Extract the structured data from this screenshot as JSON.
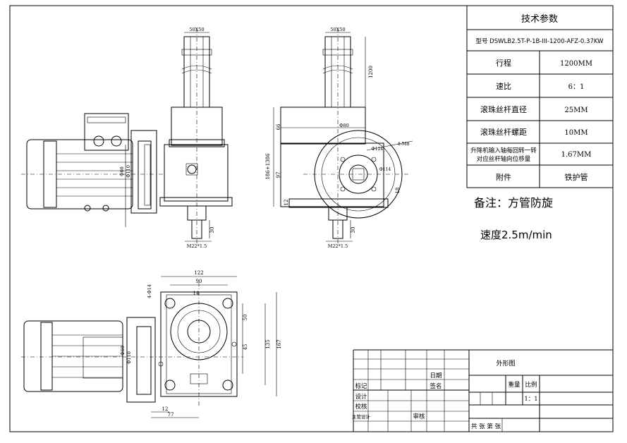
{
  "spec_table": {
    "title": "技术参数",
    "model": "型号 DSWLB2.5T-P-1B-III-1200-AFZ-0.37KW",
    "rows": [
      {
        "label": "行程",
        "value": "1200MM"
      },
      {
        "label": "速比",
        "value": "6：1"
      },
      {
        "label": "滚珠丝杆直径",
        "value": "25MM"
      },
      {
        "label": "滚珠丝杆螺距",
        "value": "10MM"
      },
      {
        "label_line1": "升降机输入轴每回转一转",
        "label_line2": "对应丝杆轴向位移量",
        "value": "1.67MM"
      },
      {
        "label": "附件",
        "value": "铁护管"
      }
    ]
  },
  "notes": {
    "line1": "备注：方管防旋",
    "line2": "速度2.5m/min"
  },
  "title_block": {
    "drawing_name": "外形图",
    "date": "日期",
    "signature": "签名",
    "mark": "标记",
    "design": "设计",
    "check": "校核",
    "chief_design": "主管设计",
    "review": "审核",
    "weight": "重量",
    "ratio": "比例",
    "scale": "1：1",
    "sheets": "共 张 第 张"
  },
  "dimensions": {
    "front_top": "50X50",
    "front_d60": "Ф60",
    "front_d110": "Ф110",
    "front_30": "30",
    "front_thread": "M22*1.5",
    "side_top": "50X50",
    "side_stroke": "1200",
    "side_66": "66",
    "side_97": "97",
    "side_height": "186+1386",
    "side_12": "12",
    "side_d80": "Ф80",
    "side_pcd": "4-M8",
    "side_d124": "Ф124",
    "side_d114": "Ф114",
    "side_18": "18",
    "side_30": "30",
    "side_thread": "M22*1.5",
    "plan_122": "122",
    "plan_90": "90",
    "plan_14": "14",
    "plan_holes": "4-Ф14",
    "plan_50": "50",
    "plan_45": "45",
    "plan_135": "135",
    "plan_167": "167",
    "plan_d60": "Ф60",
    "plan_d110": "Ф110",
    "plan_12": "12",
    "plan_77": "77"
  }
}
